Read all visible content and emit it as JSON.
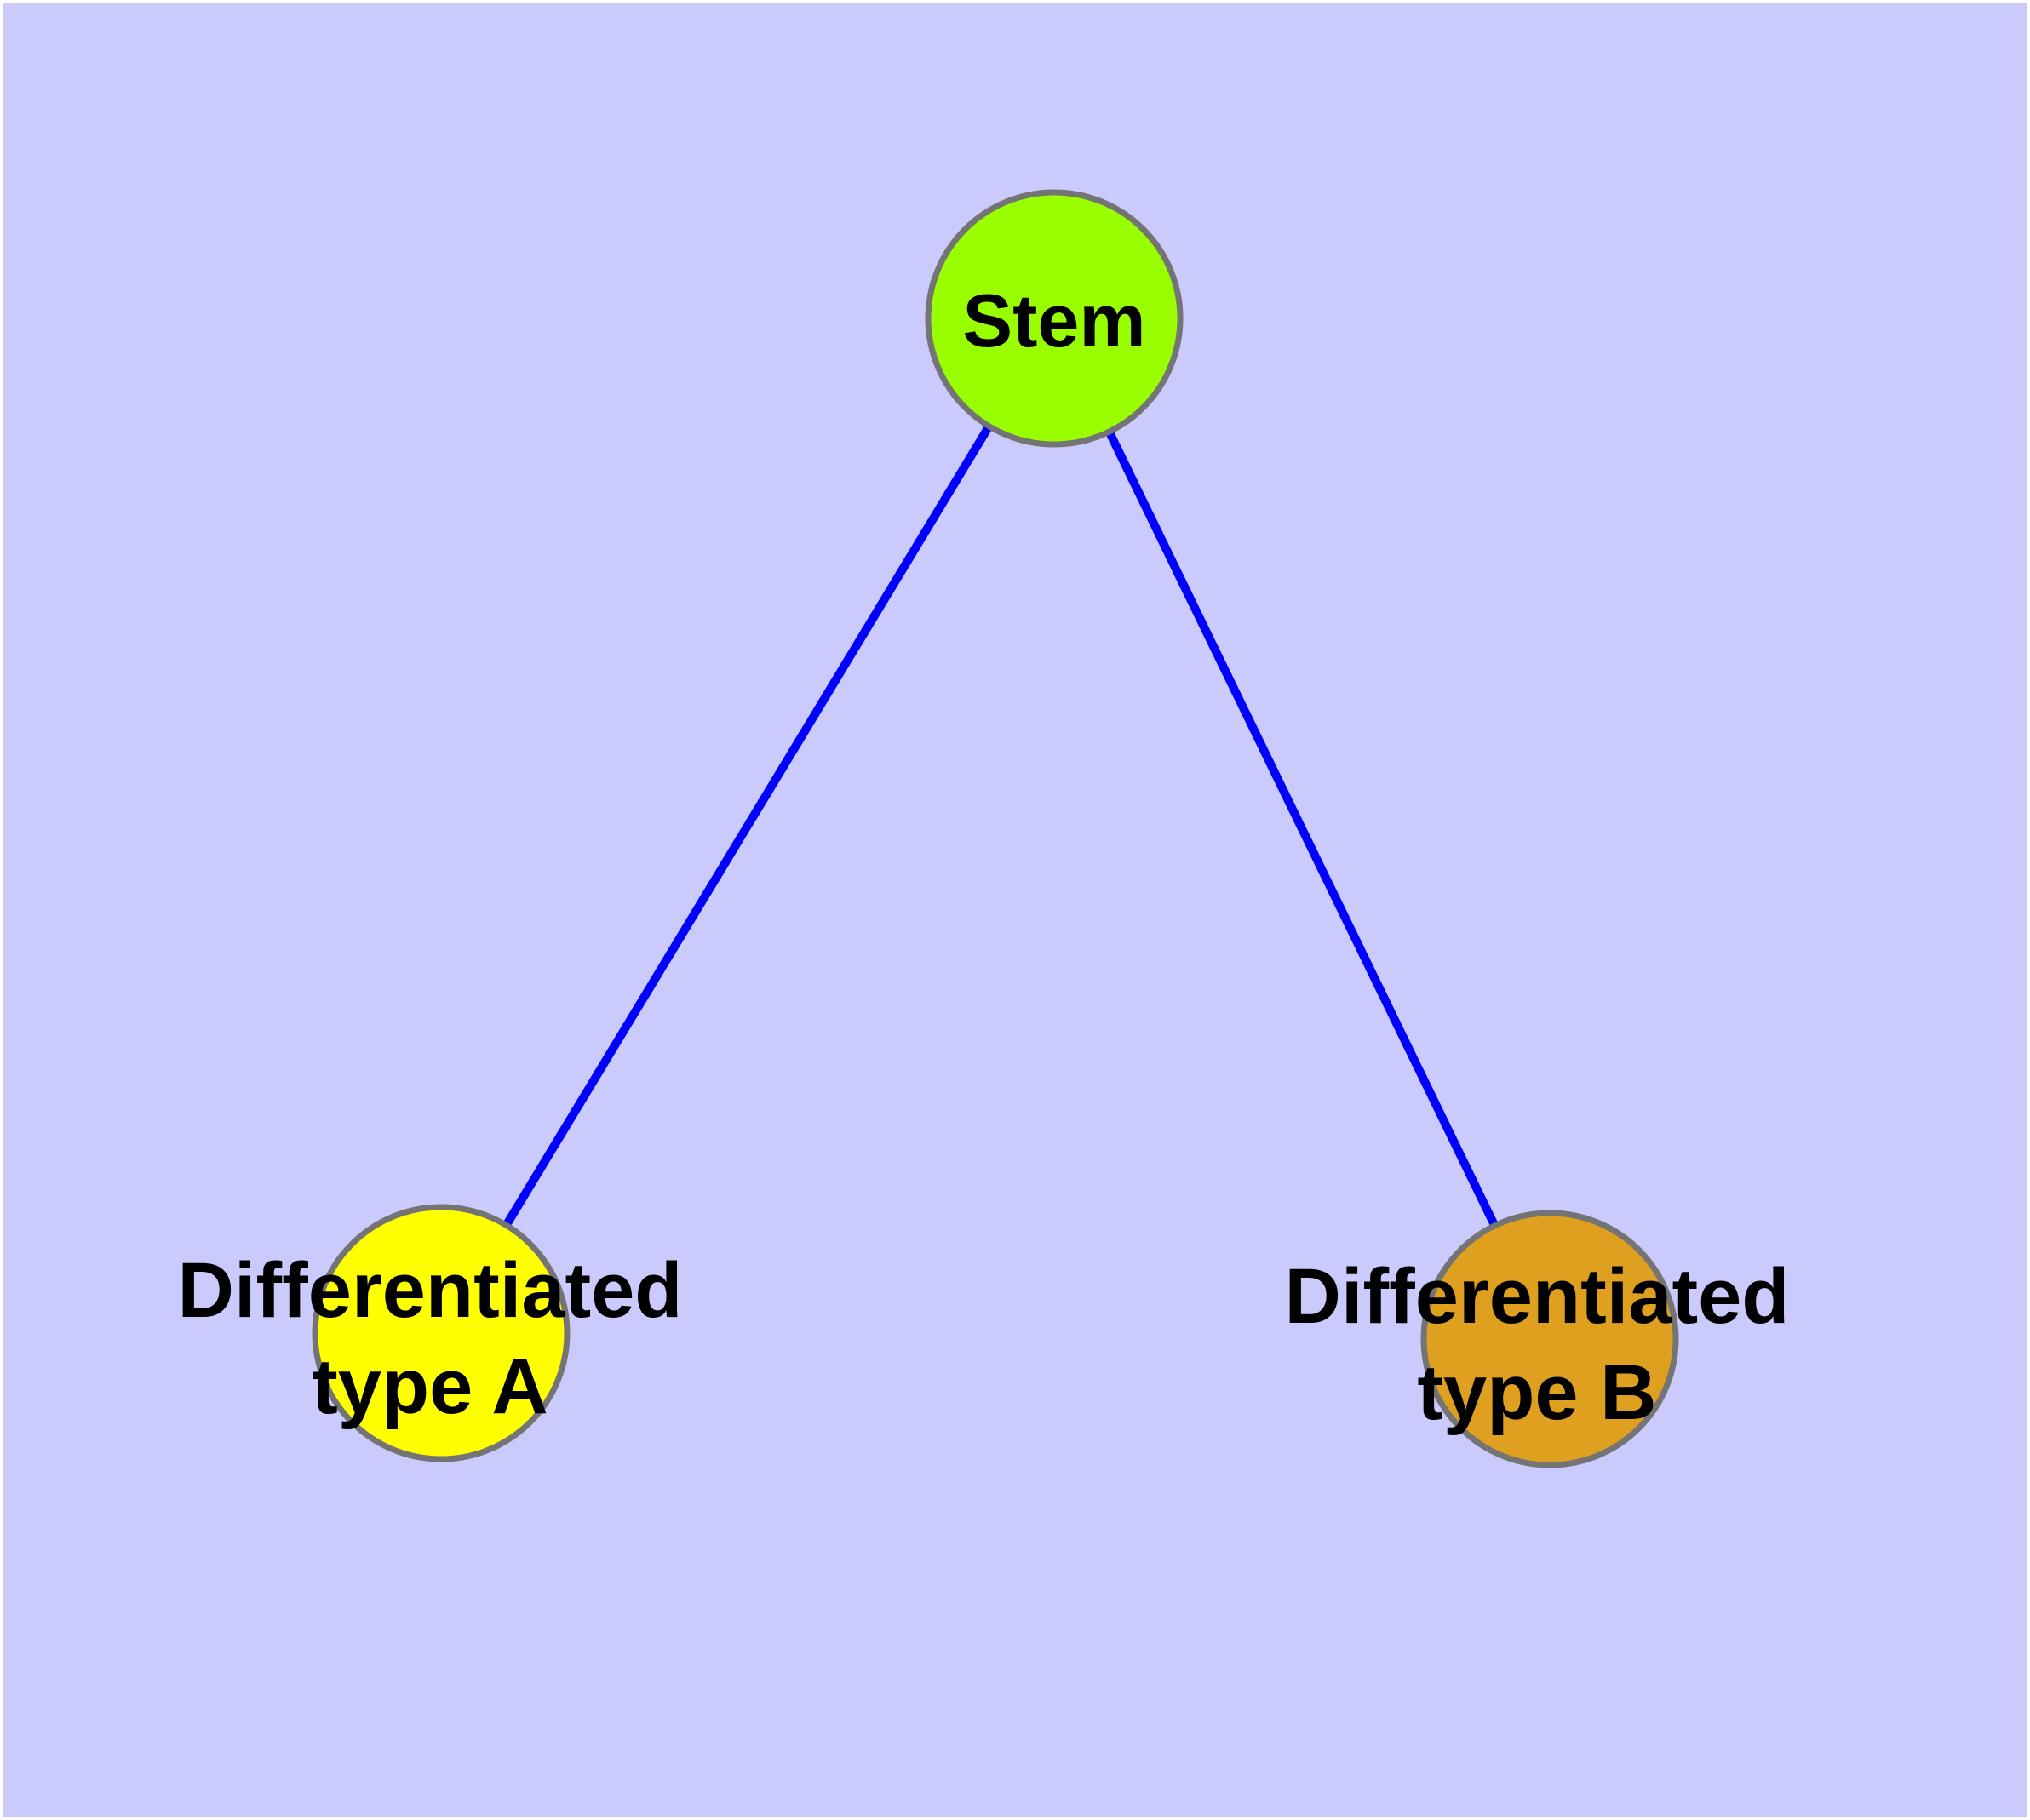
{
  "canvas": {
    "background_color": "#CACAFC",
    "frame_color": "#FFFFFF"
  },
  "diagram": {
    "type": "node-link-graph",
    "nodes": [
      {
        "id": "stem",
        "lines": [
          "Stem"
        ],
        "fill": "#99FF00",
        "stroke": "#747474"
      },
      {
        "id": "differentiated-type-a",
        "lines": [
          "Differentiated",
          "type A"
        ],
        "fill": "#FFFF00",
        "stroke": "#747474"
      },
      {
        "id": "differentiated-type-b",
        "lines": [
          "Differentiated",
          "type B"
        ],
        "fill": "#DFA020",
        "stroke": "#747474"
      }
    ],
    "edges": [
      {
        "from": "stem",
        "to": "differentiated-type-a",
        "color": "#0000FF"
      },
      {
        "from": "stem",
        "to": "differentiated-type-b",
        "color": "#0000FF"
      }
    ]
  }
}
